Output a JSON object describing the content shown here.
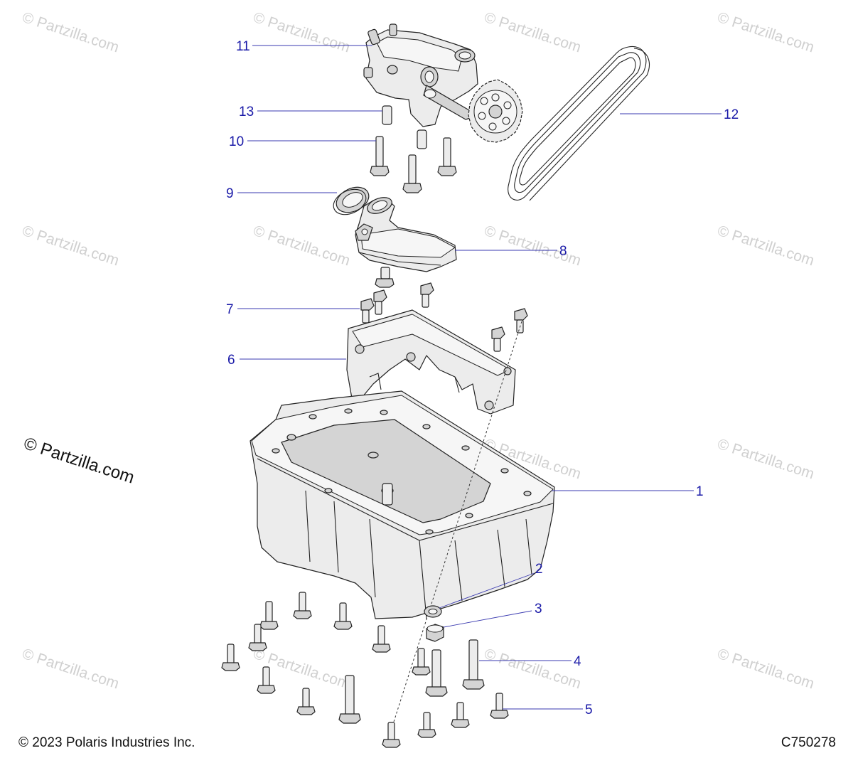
{
  "watermark": {
    "text": "© Partzilla.com",
    "color": "#d0d0d0"
  },
  "callouts": [
    {
      "id": "1",
      "label": "1"
    },
    {
      "id": "2",
      "label": "2"
    },
    {
      "id": "3",
      "label": "3"
    },
    {
      "id": "4",
      "label": "4"
    },
    {
      "id": "5",
      "label": "5"
    },
    {
      "id": "6",
      "label": "6"
    },
    {
      "id": "7",
      "label": "7"
    },
    {
      "id": "8",
      "label": "8"
    },
    {
      "id": "9",
      "label": "9"
    },
    {
      "id": "10",
      "label": "10"
    },
    {
      "id": "11",
      "label": "11"
    },
    {
      "id": "12",
      "label": "12"
    },
    {
      "id": "13",
      "label": "13"
    }
  ],
  "footer": {
    "copyright": "© 2023 Polaris Industries Inc.",
    "diagram_code": "C750278"
  },
  "colors": {
    "callout_text": "#1a1aa8",
    "leader_line": "#3a3ab0",
    "part_fill": "#ececec",
    "outline": "#222222"
  }
}
